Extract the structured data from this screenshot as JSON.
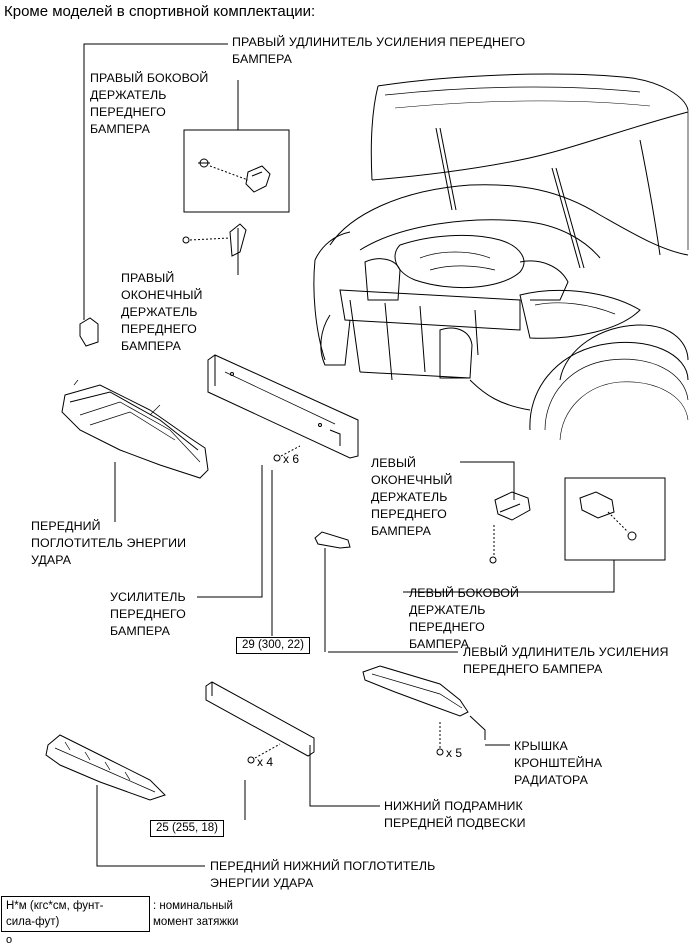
{
  "title": "Кроме моделей в спортивной комплектации:",
  "labels": {
    "right_extension": "ПРАВЫЙ УДЛИНИТЕЛЬ УСИЛЕНИЯ ПЕРЕДНЕГО\nБАМПЕРА",
    "right_side_retainer": "ПРАВЫЙ БОКОВОЙ\nДЕРЖАТЕЛЬ\nПЕРЕДНЕГО\nБАМПЕРА",
    "right_end_retainer": "ПРАВЫЙ\nОКОНЕЧНЫЙ\nДЕРЖАТЕЛЬ\nПЕРЕДНЕГО\nБАМПЕРА",
    "absorber": "ПЕРЕДНИЙ\nПОГЛОТИТЕЛЬ ЭНЕРГИИ\nУДАРА",
    "reinforcement": "УСИЛИТЕЛЬ\nПЕРЕДНЕГО\nБАМПЕРА",
    "left_end_retainer": "ЛЕВЫЙ\nОКОНЕЧНЫЙ\nДЕРЖАТЕЛЬ\nПЕРЕДНЕГО\nБАМПЕРА",
    "left_side_retainer": "ЛЕВЫЙ БОКОВОЙ\nДЕРЖАТЕЛЬ\nПЕРЕДНЕГО\nБАМПЕРА",
    "left_extension": "ЛЕВЫЙ УДЛИНИТЕЛЬ УСИЛЕНИЯ\nПЕРЕДНЕГО БАМПЕРА",
    "radiator_cover": "КРЫШКА\nКРОНШТЕЙНА\nРАДИАТОРА",
    "lower_subframe": "НИЖНИЙ ПОДРАМНИК\nПЕРЕДНЕЙ ПОДВЕСКИ",
    "lower_absorber": "ПЕРЕДНИЙ НИЖНИЙ ПОГЛОТИТЕЛЬ\nЭНЕРГИИ УДАРА"
  },
  "quantities": {
    "bolts_reinforcement": "x 6",
    "bolts_radiator_cover": "x 5",
    "bolts_subframe": "x 4"
  },
  "torques": {
    "reinforcement": "29 (300, 22)",
    "subframe": "25 (255, 18)"
  },
  "legend": {
    "box": "Н*м (кгс*см, фунт-\nсила-фут)",
    "text": ": номинальный\nмомент затяжки"
  },
  "corner_mark": "o"
}
